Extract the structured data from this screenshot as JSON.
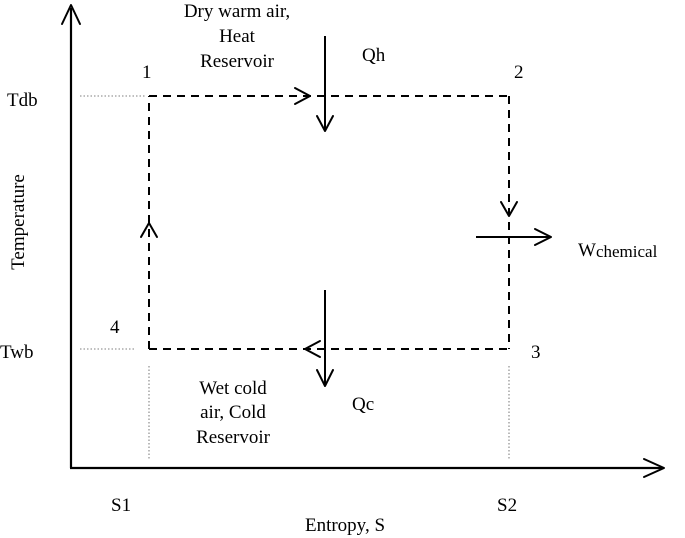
{
  "axes": {
    "x_label": "Entropy, S",
    "y_label": "Temperature"
  },
  "ticks": {
    "tdb": "Tdb",
    "twb": "Twb",
    "s1": "S1",
    "s2": "S2"
  },
  "states": {
    "p1": "1",
    "p2": "2",
    "p3": "3",
    "p4": "4"
  },
  "heat": {
    "qh": "Qh",
    "qc": "Qc",
    "w_prefix": "W",
    "w_sub": "chemical"
  },
  "reservoirs": {
    "hot_line1": "Dry warm air,",
    "hot_line2": "Heat",
    "hot_line3": "Reservoir",
    "cold_line1": "Wet cold",
    "cold_line2": "air, Cold",
    "cold_line3": "Reservoir"
  }
}
